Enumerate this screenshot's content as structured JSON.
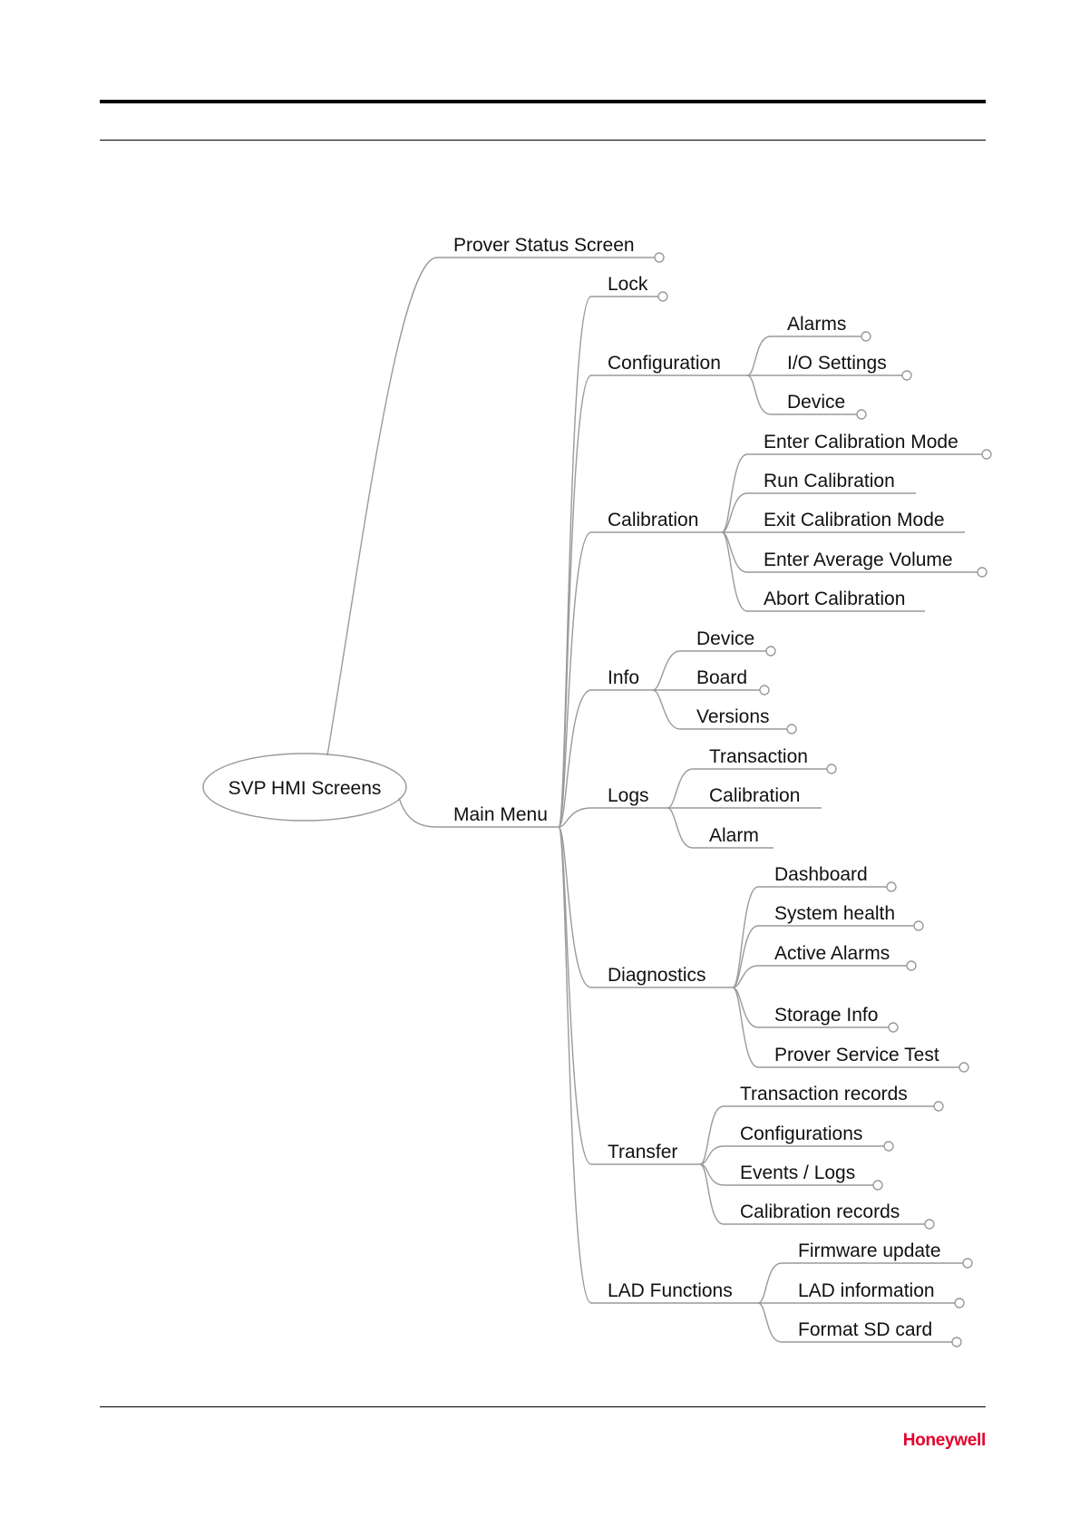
{
  "footer": {
    "logo_text": "Honeywell",
    "brand_color": "#e4002b"
  },
  "diagram": {
    "line_color": "#9a9a9a",
    "root": "SVP HMI Screens",
    "branches": [
      {
        "label": "Prover Status Screen",
        "leaf": true
      },
      {
        "label": "Main Menu",
        "children": [
          {
            "label": "Lock",
            "leaf": true
          },
          {
            "label": "Configuration",
            "children": [
              {
                "label": "Alarms",
                "leaf": true
              },
              {
                "label": "I/O Settings",
                "leaf": true
              },
              {
                "label": "Device",
                "leaf": true
              }
            ]
          },
          {
            "label": "Calibration",
            "children": [
              {
                "label": "Enter Calibration Mode",
                "leaf": true
              },
              {
                "label": "Run Calibration",
                "leaf": false
              },
              {
                "label": "Exit Calibration Mode",
                "leaf": false
              },
              {
                "label": "Enter Average Volume",
                "leaf": true
              },
              {
                "label": "Abort Calibration",
                "leaf": false
              }
            ]
          },
          {
            "label": "Info",
            "children": [
              {
                "label": "Device",
                "leaf": true
              },
              {
                "label": "Board",
                "leaf": true
              },
              {
                "label": "Versions",
                "leaf": true
              }
            ]
          },
          {
            "label": "Logs",
            "children": [
              {
                "label": "Transaction",
                "leaf": true
              },
              {
                "label": "Calibration",
                "leaf": false
              },
              {
                "label": "Alarm",
                "leaf": false
              }
            ]
          },
          {
            "label": "Diagnostics",
            "children": [
              {
                "label": "Dashboard",
                "leaf": true
              },
              {
                "label": "System health",
                "leaf": true
              },
              {
                "label": "Active Alarms",
                "leaf": true
              },
              {
                "label": "Storage Info",
                "leaf": true
              },
              {
                "label": "Prover Service Test",
                "leaf": true
              }
            ]
          },
          {
            "label": "Transfer",
            "children": [
              {
                "label": "Transaction records",
                "leaf": true
              },
              {
                "label": "Configurations",
                "leaf": true
              },
              {
                "label": "Events / Logs",
                "leaf": true
              },
              {
                "label": "Calibration records",
                "leaf": true
              }
            ]
          },
          {
            "label": "LAD Functions",
            "children": [
              {
                "label": "Firmware update",
                "leaf": true
              },
              {
                "label": "LAD information",
                "leaf": true
              },
              {
                "label": "Format SD card",
                "leaf": true
              }
            ]
          }
        ]
      }
    ]
  }
}
